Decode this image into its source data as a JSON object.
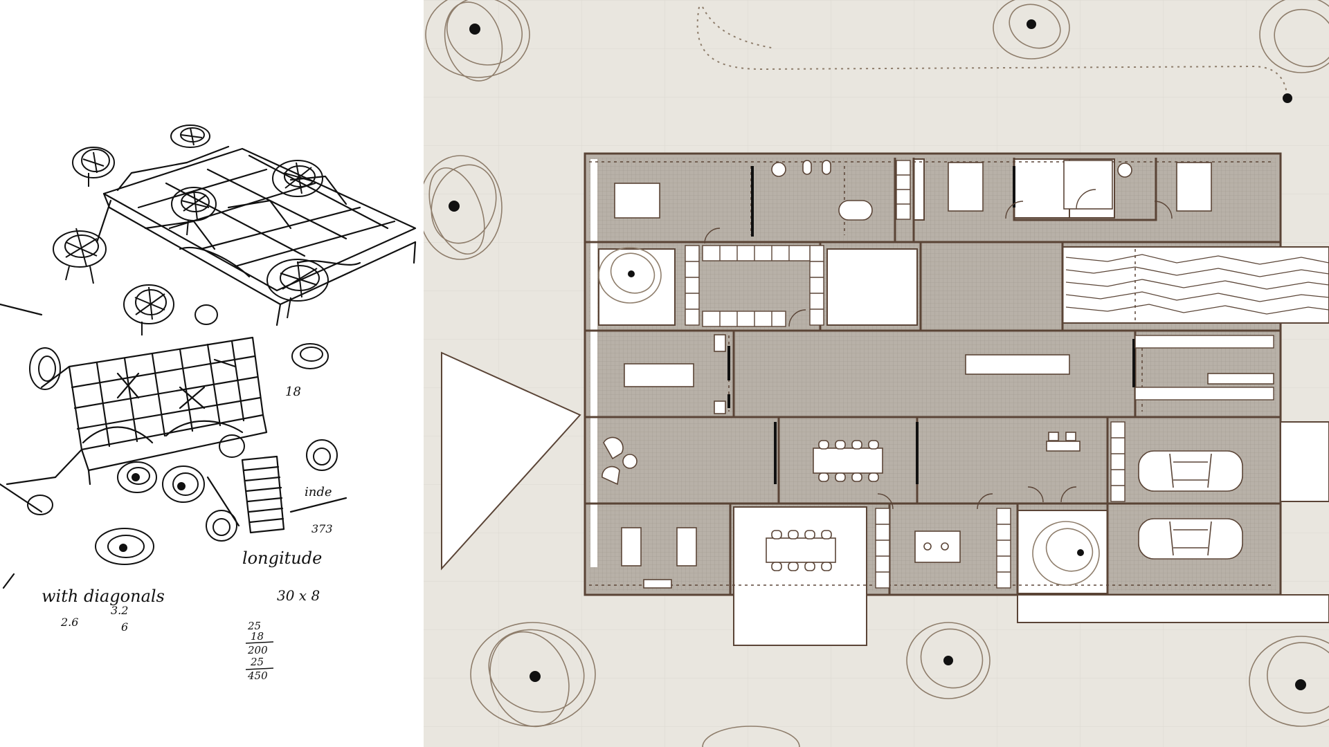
{
  "sketch": {
    "notes": {
      "n18": "18",
      "side": "inde",
      "small": "373",
      "line1": "longitude",
      "line2": "with diagonals",
      "dims": "30 x 8",
      "m1": "2.6",
      "m2": "3.2",
      "m3": "6",
      "c1": "25",
      "c2": "18",
      "c3": "200",
      "c4": "25",
      "c5": "450"
    }
  },
  "colors": {
    "paper": "#e9e6df",
    "ink": "#5a4436",
    "room_fill": "#b8b1a8",
    "tree_stroke": "#8e7d6b",
    "sketch_ink": "#111111"
  }
}
